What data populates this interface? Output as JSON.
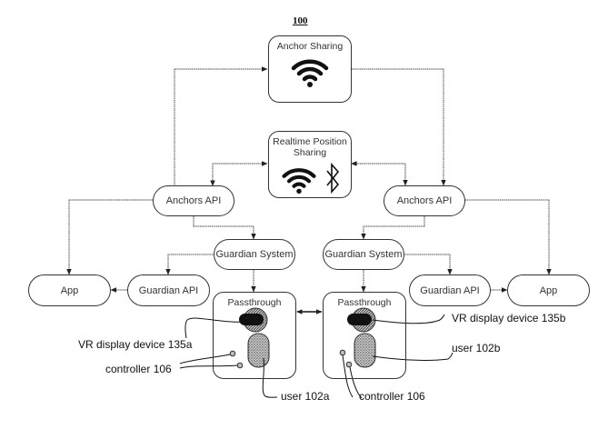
{
  "figure": {
    "number": "100"
  },
  "nodes": {
    "anchor_sharing": {
      "label": "Anchor Sharing",
      "icons": [
        "wifi-icon"
      ]
    },
    "realtime_position_sharing": {
      "label": "Realtime Position Sharing",
      "icons": [
        "wifi-icon",
        "bluetooth-icon"
      ]
    },
    "anchors_api_left": {
      "label": "Anchors API"
    },
    "anchors_api_right": {
      "label": "Anchors API"
    },
    "guardian_system_left": {
      "label": "Guardian System"
    },
    "guardian_system_right": {
      "label": "Guardian System"
    },
    "app_left": {
      "label": "App"
    },
    "app_right": {
      "label": "App"
    },
    "guardian_api_left": {
      "label": "Guardian API"
    },
    "guardian_api_right": {
      "label": "Guardian API"
    },
    "passthrough_left": {
      "label": "Passthrough"
    },
    "passthrough_right": {
      "label": "Passthrough"
    }
  },
  "callouts": {
    "vr_device_a": "VR display device 135a",
    "vr_device_b": "VR display device 135b",
    "controller_left": "controller 106",
    "controller_right": "controller 106",
    "user_a": "user 102a",
    "user_b": "user 102b"
  }
}
